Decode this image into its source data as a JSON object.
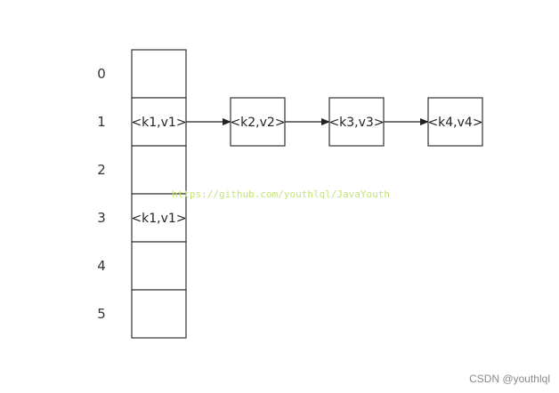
{
  "buckets": [
    {
      "index": "0",
      "entry": ""
    },
    {
      "index": "1",
      "entry": "<k1,v1>"
    },
    {
      "index": "2",
      "entry": ""
    },
    {
      "index": "3",
      "entry": "<k1,v1>"
    },
    {
      "index": "4",
      "entry": ""
    },
    {
      "index": "5",
      "entry": ""
    }
  ],
  "chain": [
    {
      "entry": "<k2,v2>"
    },
    {
      "entry": "<k3,v3>"
    },
    {
      "entry": "<k4,v4>"
    }
  ],
  "watermark": "https://github.com/youthlql/JavaYouth",
  "credit": "CSDN @youthlql",
  "colors": {
    "stroke": "#333333",
    "watermark": "#c6e27a",
    "credit": "#8a8a8a"
  }
}
